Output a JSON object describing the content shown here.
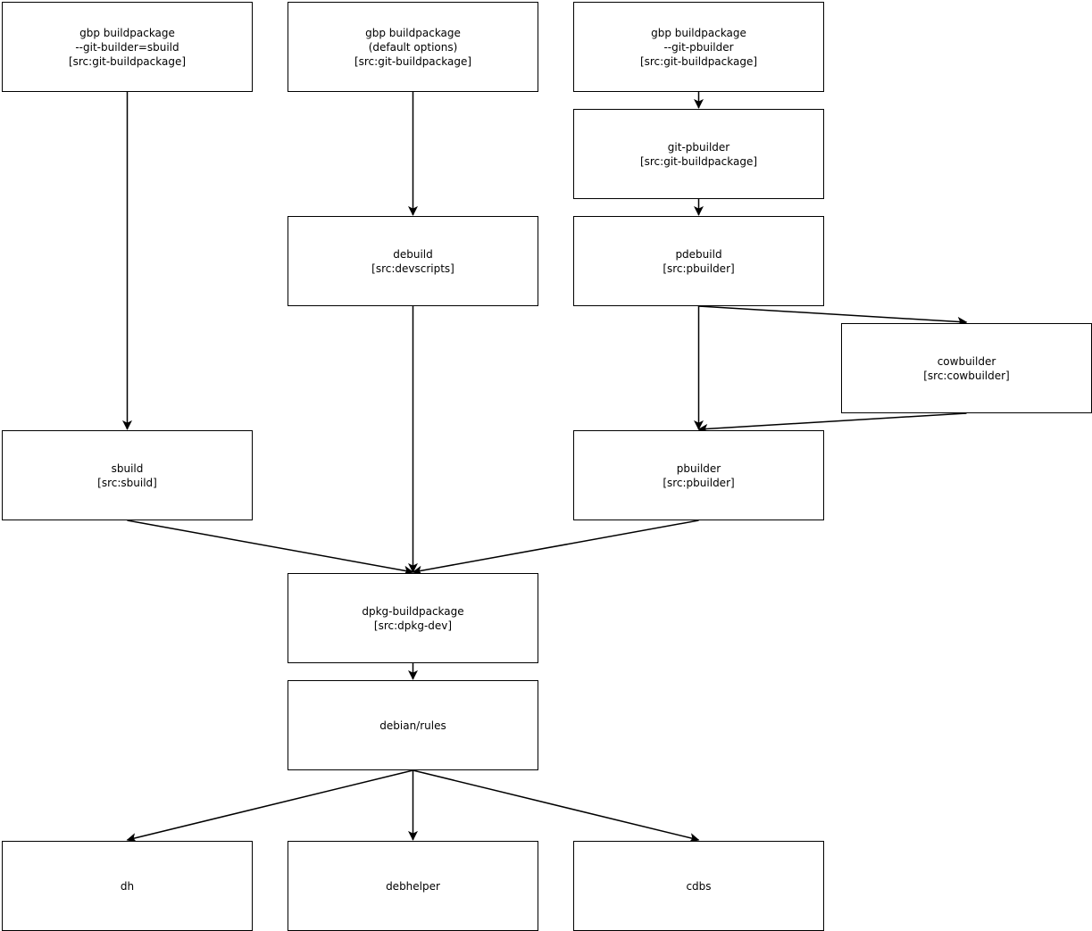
{
  "nodes": {
    "gbp_sbuild": {
      "lines": [
        "gbp buildpackage",
        "--git-builder=sbuild",
        "[src:git-buildpackage]"
      ]
    },
    "gbp_default": {
      "lines": [
        "gbp buildpackage",
        "(default options)",
        "[src:git-buildpackage]"
      ]
    },
    "gbp_pbuilder": {
      "lines": [
        "gbp buildpackage",
        "--git-pbuilder",
        "[src:git-buildpackage]"
      ]
    },
    "git_pbuilder": {
      "lines": [
        "git-pbuilder",
        "[src:git-buildpackage]"
      ]
    },
    "debuild": {
      "lines": [
        "debuild",
        "[src:devscripts]"
      ]
    },
    "pdebuild": {
      "lines": [
        "pdebuild",
        "[src:pbuilder]"
      ]
    },
    "cowbuilder": {
      "lines": [
        "cowbuilder",
        "[src:cowbuilder]"
      ]
    },
    "sbuild": {
      "lines": [
        "sbuild",
        "[src:sbuild]"
      ]
    },
    "pbuilder": {
      "lines": [
        "pbuilder",
        "[src:pbuilder]"
      ]
    },
    "dpkg_buildpackage": {
      "lines": [
        "dpkg-buildpackage",
        "[src:dpkg-dev]"
      ]
    },
    "debian_rules": {
      "lines": [
        "debian/rules"
      ]
    },
    "dh": {
      "lines": [
        "dh"
      ]
    },
    "debhelper": {
      "lines": [
        "debhelper"
      ]
    },
    "cdbs": {
      "lines": [
        "cdbs"
      ]
    }
  },
  "edges": [
    {
      "from": "gbp_sbuild",
      "to": "sbuild"
    },
    {
      "from": "gbp_default",
      "to": "debuild"
    },
    {
      "from": "gbp_pbuilder",
      "to": "git_pbuilder"
    },
    {
      "from": "git_pbuilder",
      "to": "pdebuild"
    },
    {
      "from": "pdebuild",
      "to": "cowbuilder"
    },
    {
      "from": "pdebuild",
      "to": "pbuilder"
    },
    {
      "from": "cowbuilder",
      "to": "pbuilder"
    },
    {
      "from": "sbuild",
      "to": "dpkg_buildpackage"
    },
    {
      "from": "debuild",
      "to": "dpkg_buildpackage"
    },
    {
      "from": "pbuilder",
      "to": "dpkg_buildpackage"
    },
    {
      "from": "dpkg_buildpackage",
      "to": "debian_rules"
    },
    {
      "from": "debian_rules",
      "to": "dh"
    },
    {
      "from": "debian_rules",
      "to": "debhelper"
    },
    {
      "from": "debian_rules",
      "to": "cdbs"
    }
  ],
  "colors": {
    "stroke": "#000000",
    "fill": "#ffffff"
  }
}
